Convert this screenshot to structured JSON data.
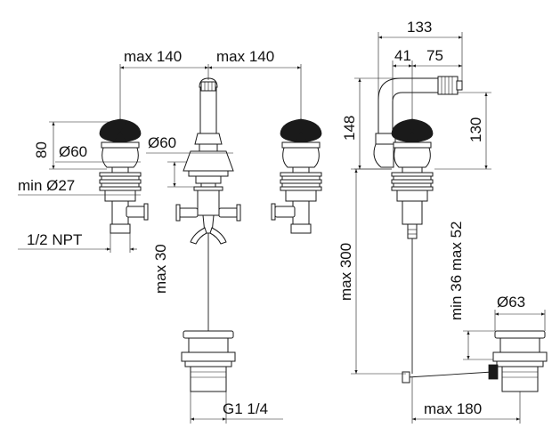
{
  "dimensions": {
    "top_left_spacing": "max 140",
    "top_right_spacing": "max 140",
    "handle_height": "80",
    "handle_diameter": "Ø60",
    "spout_diameter": "Ø60",
    "hole_diameter": "min Ø27",
    "connection_thread": "1/2 NPT",
    "popup_rod": "max 30",
    "drain_thread": "G1 1/4",
    "spout_total_reach": "133",
    "spout_reach_a": "41",
    "spout_reach_b": "75",
    "spout_height": "148",
    "spout_outlet_height": "130",
    "rod_length": "max 300",
    "drain_adjust": "min 36 max 52",
    "drain_diameter": "Ø63",
    "lever_reach": "max 180"
  },
  "colors": {
    "line": "#1a1a1a",
    "background": "#ffffff"
  }
}
